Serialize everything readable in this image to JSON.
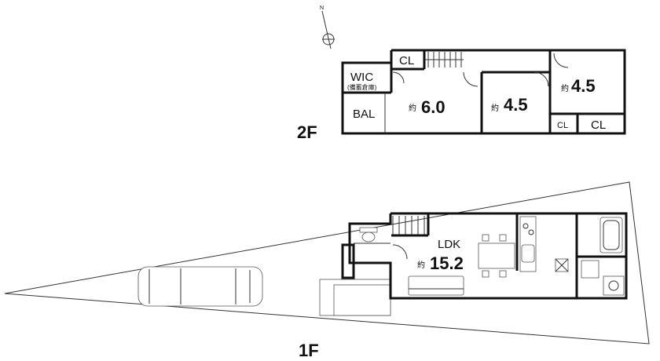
{
  "floors": {
    "second": {
      "label": "2F",
      "rooms": {
        "wic": "WIC",
        "wic_sub": "(備蓄倉庫)",
        "cl_top": "CL",
        "bal": "BAL",
        "room1_prefix": "約",
        "room1_size": "6.0",
        "room2_prefix": "約",
        "room2_size": "4.5",
        "room3_prefix": "約",
        "room3_size": "4.5",
        "cl_small": "CL",
        "cl_right": "CL"
      }
    },
    "first": {
      "label": "1F",
      "rooms": {
        "ldk": "LDK",
        "ldk_prefix": "約",
        "ldk_size": "15.2"
      }
    }
  },
  "compass": {
    "north": "N"
  }
}
